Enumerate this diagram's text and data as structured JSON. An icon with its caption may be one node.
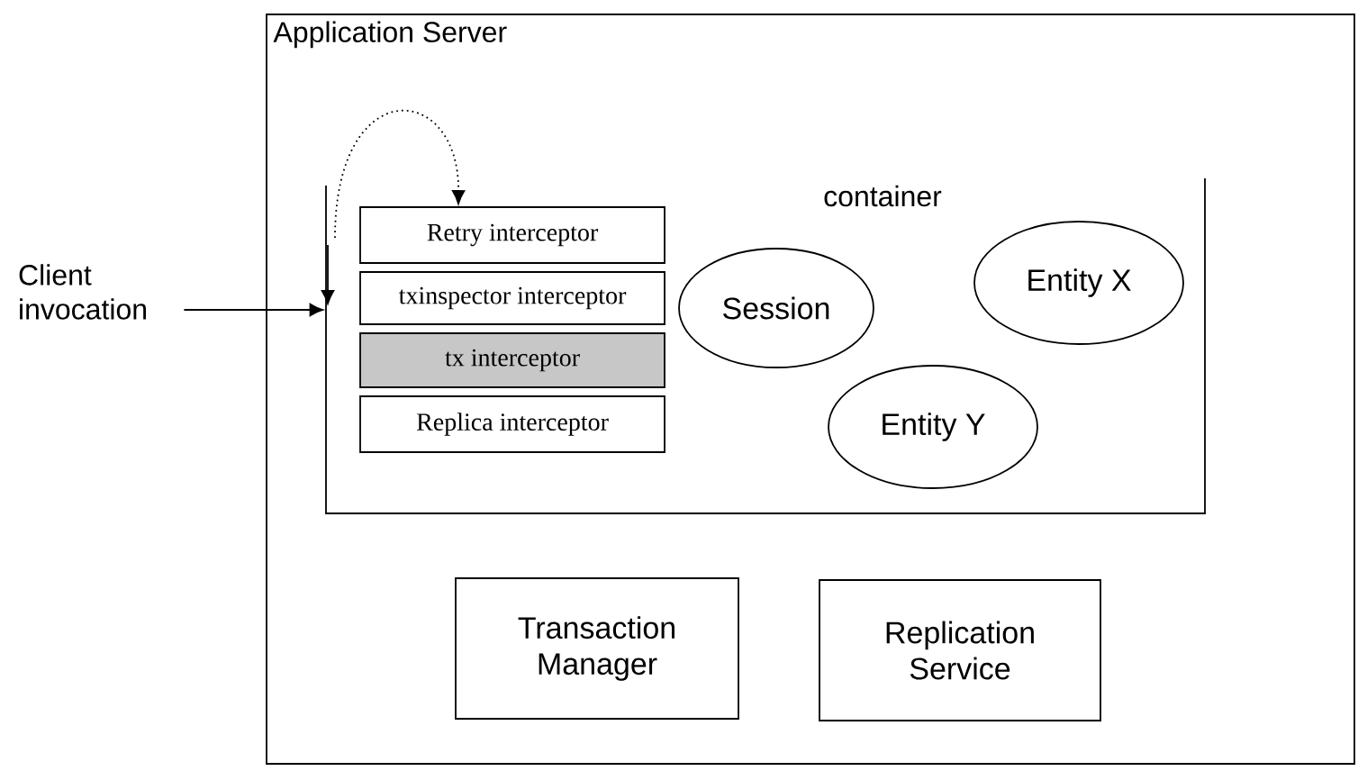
{
  "diagram": {
    "nodes": [
      {
        "text": [
          "Application Server"
        ]
      },
      {
        "text": [
          "Client invocation"
        ]
      },
      {
        "text": [
          "container"
        ],
        "in": 0
      },
      {
        "text": [
          "Retry interceptor"
        ],
        "in": 2
      },
      {
        "text": [
          "txinspector interceptor"
        ],
        "in": 2
      },
      {
        "text": [
          "tx interceptor"
        ],
        "in": 2
      },
      {
        "text": [
          "Replica interceptor"
        ],
        "in": 2
      },
      {
        "text": [
          "Session"
        ],
        "in": 2
      },
      {
        "text": [
          "Entity X"
        ],
        "in": 2
      },
      {
        "text": [
          "Entity Y"
        ],
        "in": 2
      },
      {
        "text": [
          "Transaction Manager"
        ],
        "in": 0
      },
      {
        "text": [
          "Replication Service"
        ],
        "in": 0
      }
    ],
    "edges": [
      {
        "from": 1,
        "to": 2,
        "arrow": "to"
      },
      {
        "from": null,
        "to": 3,
        "arrow": "to",
        "style": "dashed"
      }
    ]
  }
}
